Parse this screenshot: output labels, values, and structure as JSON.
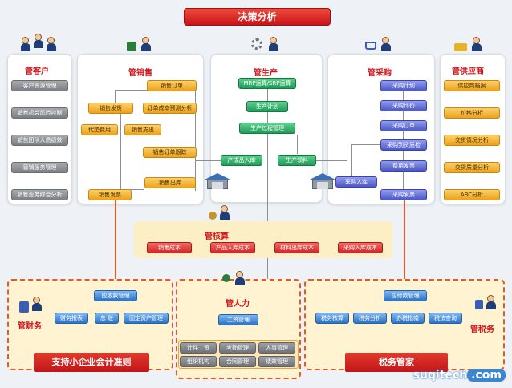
{
  "title": "决策分析",
  "customer": {
    "title": "管客户",
    "items": [
      "客户资源管理",
      "销售机会风险控制",
      "销售团队人员绩效",
      "营销服务管理",
      "销售业务综合分析"
    ]
  },
  "sales": {
    "title": "管销售",
    "order": "销售订单",
    "ship": "销售发货",
    "order_cost": "订单成本预测分析",
    "agent_fee": "代垫费用",
    "sales_expense": "销售支出",
    "order_track": "销售订单跟踪",
    "outbound": "销售出库",
    "invoice": "销售发票"
  },
  "production": {
    "title": "管生产",
    "mrp": "MRP运算/SRP运算",
    "plan": "生产计划",
    "process": "生产过程管理",
    "finished_in": "产成品入库",
    "material_out": "生产领料"
  },
  "purchase": {
    "title": "管采购",
    "plan": "采购计划",
    "compare": "采购比价",
    "order": "采购订单",
    "arrival_check": "采购到货质检",
    "expense_invoice": "费用发票",
    "inbound": "采购入库",
    "invoice": "采购发票"
  },
  "supplier": {
    "title": "管供应商",
    "items": [
      "供应商档案",
      "价格分析",
      "交货情况分析",
      "交货质量分析",
      "ABC分析"
    ]
  },
  "accounting": {
    "title": "管核算",
    "items": [
      "销售成本",
      "产品入库成本",
      "材料出库成本",
      "采购入库成本"
    ]
  },
  "finance": {
    "title": "管财务",
    "receivable": "应收款管理",
    "items": [
      "财务报表",
      "总 账",
      "固定资产管理"
    ],
    "banner": "支持小企业会计准则"
  },
  "hr": {
    "title": "管人力",
    "payroll": "工资管理",
    "grid": [
      "计件工资",
      "考勤管理",
      "人事管理",
      "组织机构",
      "合同管理",
      "绩效管理"
    ]
  },
  "tax": {
    "title": "管税务",
    "payable": "应付款管理",
    "items": [
      "税务核算",
      "税务分析",
      "办税指南",
      "税法查询"
    ],
    "banner": "税务管家"
  },
  "watermark": {
    "text": "suqitech",
    "suffix": ".com"
  },
  "colors": {
    "accent_red": "#d2151b",
    "green": "#1f9b58",
    "purple": "#4e58c4",
    "orange": "#eba21c",
    "dashed_orange": "#e25a2a"
  }
}
